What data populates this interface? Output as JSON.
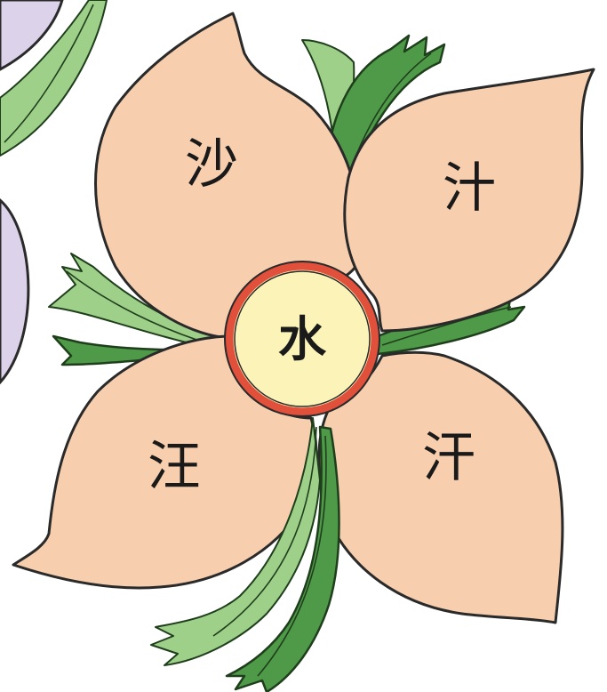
{
  "center": {
    "character": "水"
  },
  "petals": [
    {
      "position": "top-left",
      "character": "沙"
    },
    {
      "position": "top-right",
      "character": "汁"
    },
    {
      "position": "bottom-left",
      "character": "汪"
    },
    {
      "position": "bottom-right",
      "character": "汗"
    }
  ],
  "colors": {
    "petal_fill": "#f7cfae",
    "center_ring": "#e0503a",
    "center_fill": "#fbf3b8",
    "leaf_dark": "#4f9a48",
    "leaf_light": "#9fd08a",
    "side_blob": "#dcd3ea"
  }
}
